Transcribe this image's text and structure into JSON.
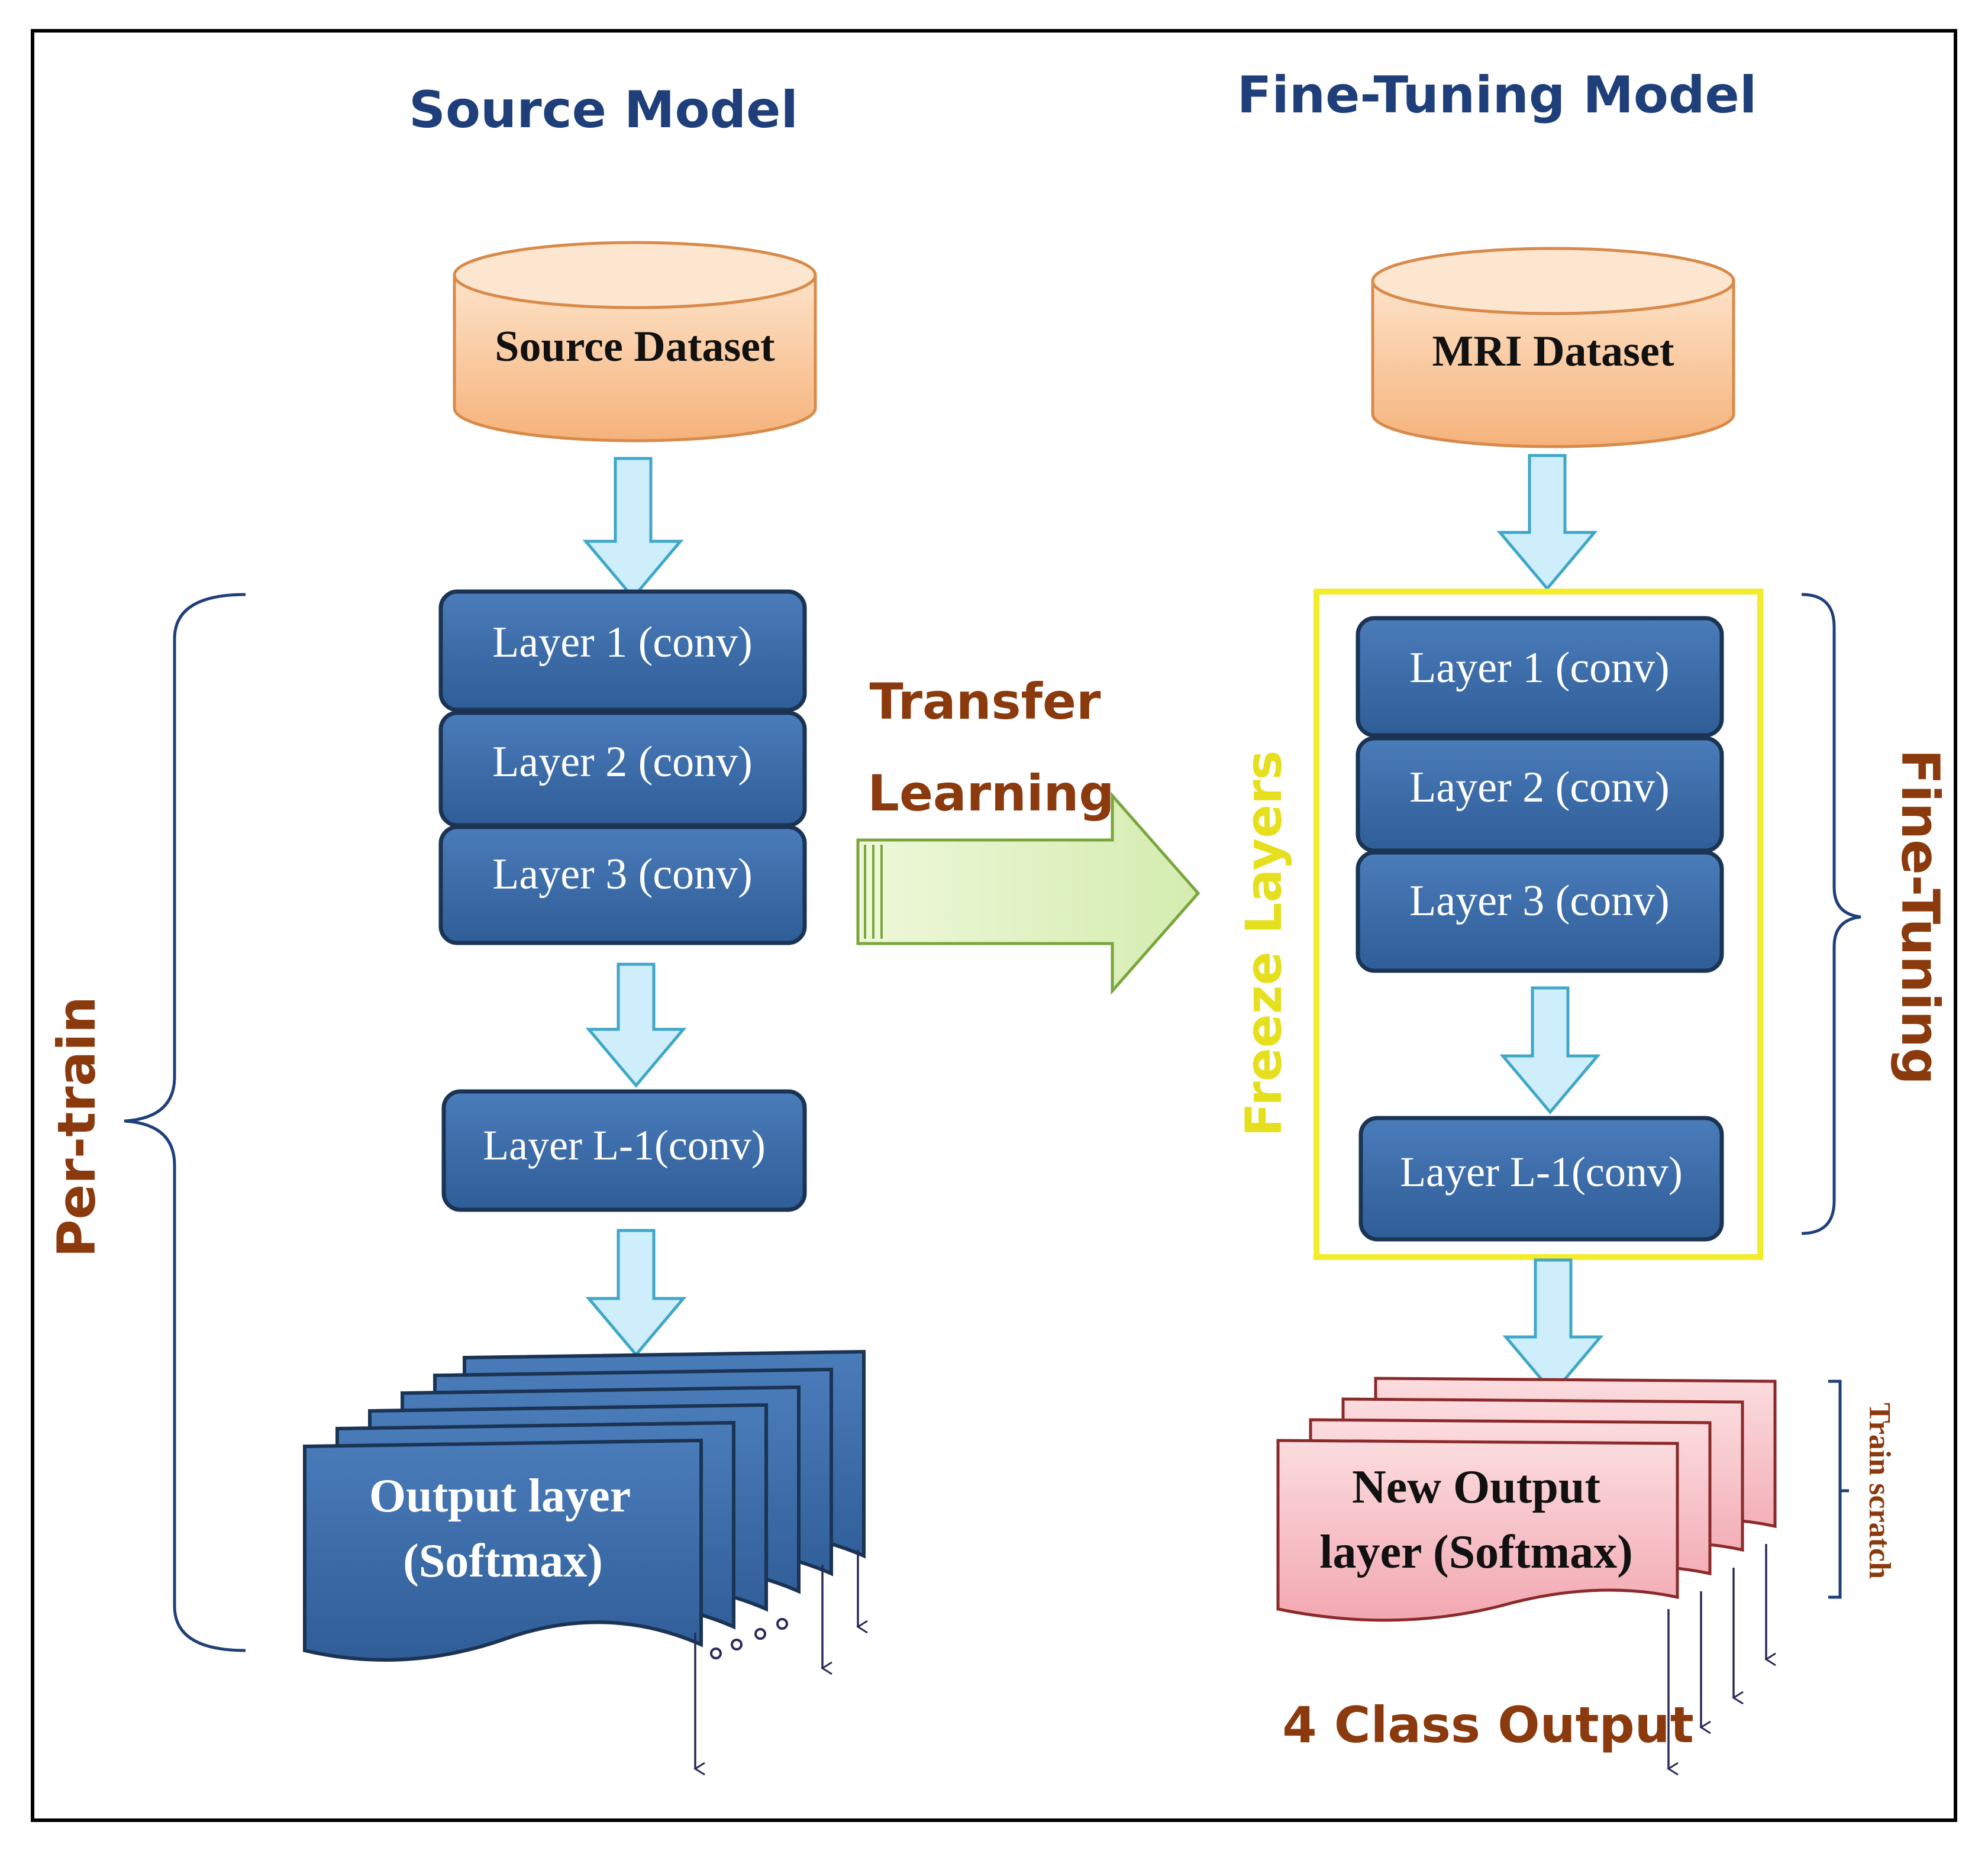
{
  "left": {
    "title": "Source Model",
    "dataset": "Source Dataset",
    "layers": [
      "Layer 1 (conv)",
      "Layer 2 (conv)",
      "Layer 3 (conv)"
    ],
    "penultimate": "Layer L-1(conv)",
    "output_line1": "Output layer",
    "output_line2": "(Softmax)",
    "brace_label": "Per-train"
  },
  "middle": {
    "line1": "Transfer",
    "line2": "Learning"
  },
  "right": {
    "title": "Fine-Tuning Model",
    "dataset": "MRI Dataset",
    "layers": [
      "Layer 1 (conv)",
      "Layer 2 (conv)",
      "Layer 3 (conv)"
    ],
    "penultimate": "Layer L-1(conv)",
    "freeze_label": "Freeze Layers",
    "brace_label": "Fine-Tuning",
    "output_line1": "New Output",
    "output_line2": "layer (Softmax)",
    "train_label": "Train scratch",
    "class_output": "4 Class Output"
  },
  "colors": {
    "title_blue": "#1f3f7a",
    "layer_blue": "#3d6eab",
    "layer_border": "#1b3454",
    "cylinder_fill": "#f8c79b",
    "arrow_fill": "#cdeefa",
    "arrow_stroke": "#3fa7c7",
    "brown_text": "#8b3a0e",
    "freeze_yellow": "#f2ec2a",
    "transfer_arrow_fill": "#dff2bd",
    "transfer_arrow_stroke": "#7aa63c",
    "new_output_fill": "#f7c6cb",
    "new_output_border": "#8b2a2a"
  }
}
